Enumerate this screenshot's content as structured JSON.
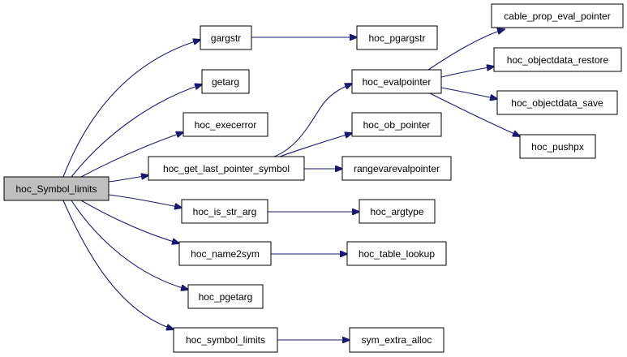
{
  "graph": {
    "nodes": [
      {
        "id": "hoc_Symbol_limits",
        "label": "hoc_Symbol_limits",
        "root": true
      },
      {
        "id": "gargstr",
        "label": "gargstr"
      },
      {
        "id": "getarg",
        "label": "getarg"
      },
      {
        "id": "hoc_execerror",
        "label": "hoc_execerror"
      },
      {
        "id": "hoc_get_last_pointer_symbol",
        "label": "hoc_get_last_pointer_symbol"
      },
      {
        "id": "hoc_is_str_arg",
        "label": "hoc_is_str_arg"
      },
      {
        "id": "hoc_name2sym",
        "label": "hoc_name2sym"
      },
      {
        "id": "hoc_pgetarg",
        "label": "hoc_pgetarg"
      },
      {
        "id": "hoc_symbol_limits",
        "label": "hoc_symbol_limits"
      },
      {
        "id": "hoc_pgargstr",
        "label": "hoc_pgargstr"
      },
      {
        "id": "hoc_evalpointer",
        "label": "hoc_evalpointer"
      },
      {
        "id": "hoc_ob_pointer",
        "label": "hoc_ob_pointer"
      },
      {
        "id": "rangevarevalpointer",
        "label": "rangevarevalpointer"
      },
      {
        "id": "hoc_argtype",
        "label": "hoc_argtype"
      },
      {
        "id": "hoc_table_lookup",
        "label": "hoc_table_lookup"
      },
      {
        "id": "sym_extra_alloc",
        "label": "sym_extra_alloc"
      },
      {
        "id": "cable_prop_eval_pointer",
        "label": "cable_prop_eval_pointer"
      },
      {
        "id": "hoc_objectdata_restore",
        "label": "hoc_objectdata_restore"
      },
      {
        "id": "hoc_objectdata_save",
        "label": "hoc_objectdata_save"
      },
      {
        "id": "hoc_pushpx",
        "label": "hoc_pushpx"
      }
    ],
    "edges": [
      {
        "from": "hoc_Symbol_limits",
        "to": "gargstr"
      },
      {
        "from": "hoc_Symbol_limits",
        "to": "getarg"
      },
      {
        "from": "hoc_Symbol_limits",
        "to": "hoc_execerror"
      },
      {
        "from": "hoc_Symbol_limits",
        "to": "hoc_get_last_pointer_symbol"
      },
      {
        "from": "hoc_Symbol_limits",
        "to": "hoc_is_str_arg"
      },
      {
        "from": "hoc_Symbol_limits",
        "to": "hoc_name2sym"
      },
      {
        "from": "hoc_Symbol_limits",
        "to": "hoc_pgetarg"
      },
      {
        "from": "hoc_Symbol_limits",
        "to": "hoc_symbol_limits"
      },
      {
        "from": "gargstr",
        "to": "hoc_pgargstr"
      },
      {
        "from": "hoc_get_last_pointer_symbol",
        "to": "hoc_evalpointer"
      },
      {
        "from": "hoc_get_last_pointer_symbol",
        "to": "hoc_ob_pointer"
      },
      {
        "from": "hoc_get_last_pointer_symbol",
        "to": "rangevarevalpointer"
      },
      {
        "from": "hoc_is_str_arg",
        "to": "hoc_argtype"
      },
      {
        "from": "hoc_name2sym",
        "to": "hoc_table_lookup"
      },
      {
        "from": "hoc_symbol_limits",
        "to": "sym_extra_alloc"
      },
      {
        "from": "hoc_evalpointer",
        "to": "cable_prop_eval_pointer"
      },
      {
        "from": "hoc_evalpointer",
        "to": "hoc_objectdata_restore"
      },
      {
        "from": "hoc_evalpointer",
        "to": "hoc_objectdata_save"
      },
      {
        "from": "hoc_evalpointer",
        "to": "hoc_pushpx"
      }
    ],
    "colors": {
      "edge": "#191970",
      "root_fill": "#bfbfbf",
      "node_fill": "#ffffff",
      "border": "#000000"
    }
  }
}
